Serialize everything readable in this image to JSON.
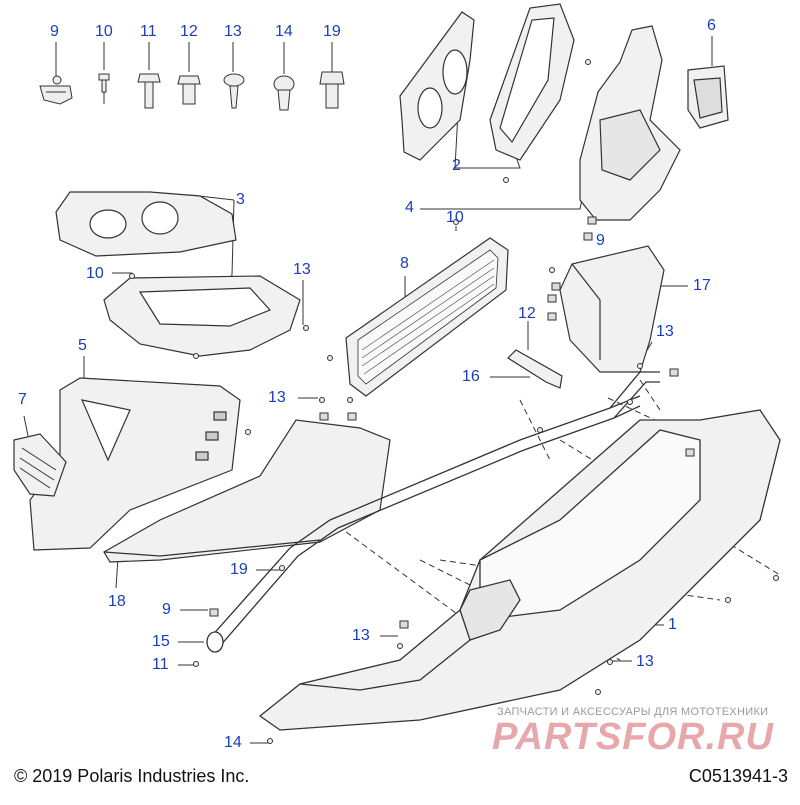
{
  "callouts": {
    "c9_top": "9",
    "c10_top": "10",
    "c11_top": "11",
    "c12_top": "12",
    "c13_top": "13",
    "c14_top": "14",
    "c19_top": "19",
    "c6": "6",
    "c2": "2",
    "c4": "4",
    "c9_mid": "9",
    "c3": "3",
    "c10_mid": "10",
    "c10_grille": "10",
    "c13_left": "13",
    "c8": "8",
    "c17": "17",
    "c12_mid": "12",
    "c13_right": "13",
    "c5": "5",
    "c16": "16",
    "c7": "7",
    "c13_center": "13",
    "c1": "1",
    "c19_bottom": "19",
    "c18": "18",
    "c9_bottom": "9",
    "c15": "15",
    "c13_bottom": "13",
    "c13_br": "13",
    "c11_bottom": "11",
    "c14_bottom": "14"
  },
  "footer": {
    "copyright": "© 2019 Polaris Industries Inc.",
    "drawing_number": "C0513941-3"
  },
  "watermark": {
    "tagline": "ЗАПЧАСТИ И АКСЕССУАРЫ ДЛЯ МОТОТЕХНИКИ",
    "logo": "PARTSFOR.RU"
  },
  "colors": {
    "callout": "#1a3fb8",
    "part_fill": "#f1f1f1",
    "part_stroke": "#333333",
    "watermark": "#e8a7aa"
  }
}
